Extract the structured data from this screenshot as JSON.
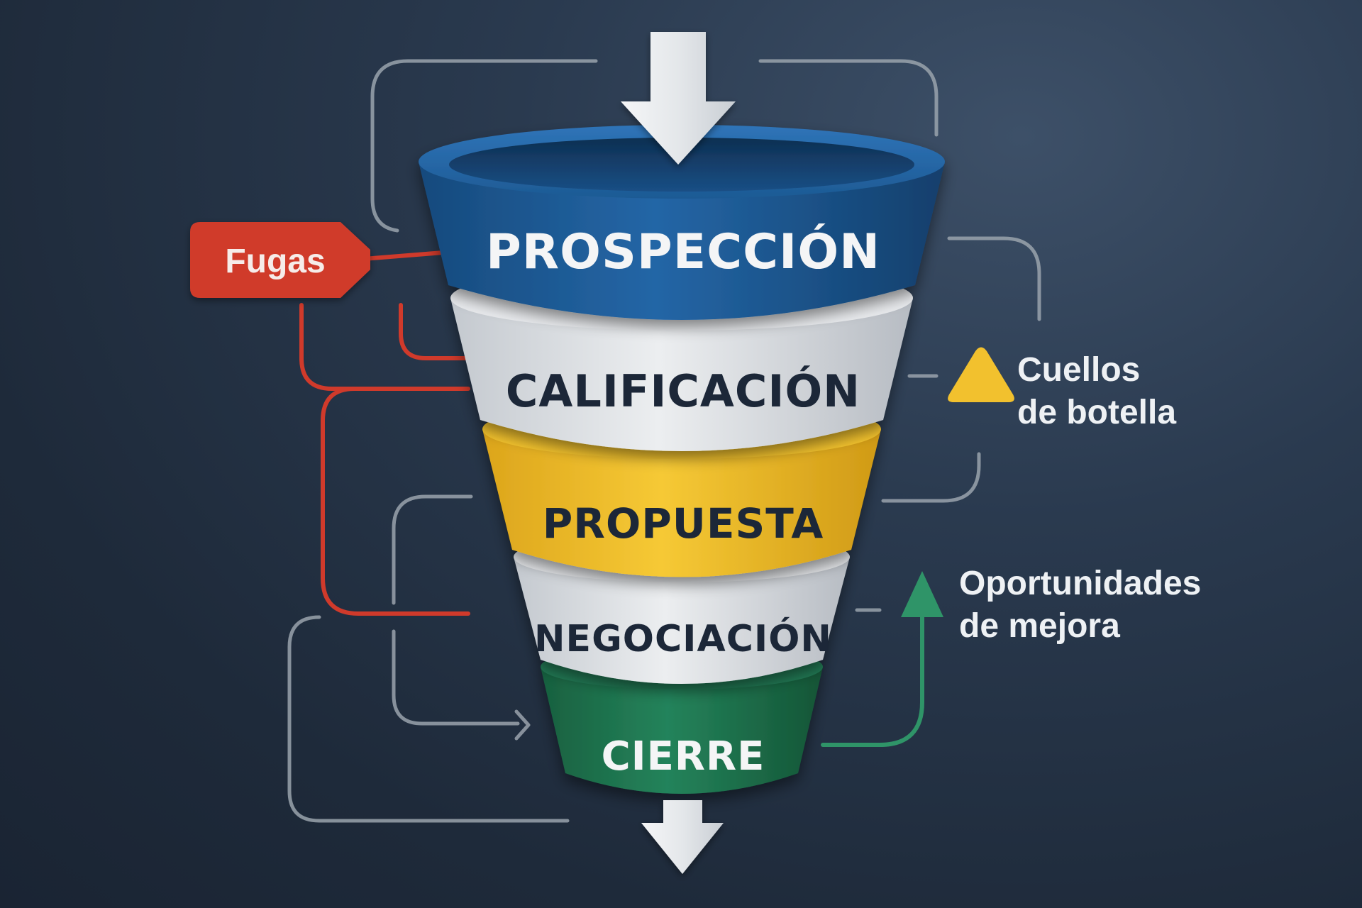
{
  "colors": {
    "background": "#24334a",
    "prospeccion": "#1f5d98",
    "calificacion": "#e2e5e8",
    "propuesta": "#f2c12e",
    "negociacion": "#e2e5e8",
    "cierre": "#217a55",
    "fugas": "#d03a2b",
    "cuellos": "#f2c12e",
    "oportunidades": "#2f9468",
    "connector": "#9aa3ad",
    "arrow": "#eef0f2"
  },
  "stages": [
    {
      "id": "prospeccion",
      "label": "PROSPECCIÓN",
      "color": "#1f5d98",
      "text_color": "#f4f5f6"
    },
    {
      "id": "calificacion",
      "label": "CALIFICACIÓN",
      "color": "#e2e5e8",
      "text_color": "#1c2738"
    },
    {
      "id": "propuesta",
      "label": "PROPUESTA",
      "color": "#f2c12e",
      "text_color": "#1c2738"
    },
    {
      "id": "negociacion",
      "label": "NEGOCIACIÓN",
      "color": "#e2e5e8",
      "text_color": "#1c2738"
    },
    {
      "id": "cierre",
      "label": "CIERRE",
      "color": "#217a55",
      "text_color": "#f4f5f6"
    }
  ],
  "callouts": {
    "fugas": {
      "label": "Fugas",
      "icon": "tag-icon"
    },
    "cuellos": {
      "line1": "Cuellos",
      "line2": "de botella",
      "icon": "warning-triangle-icon"
    },
    "oportunidades": {
      "line1": "Oportunidades",
      "line2": "de mejora",
      "icon": "up-arrow-icon"
    }
  },
  "flow": {
    "input_icon": "down-arrow-icon",
    "output_icon": "down-arrow-icon"
  }
}
